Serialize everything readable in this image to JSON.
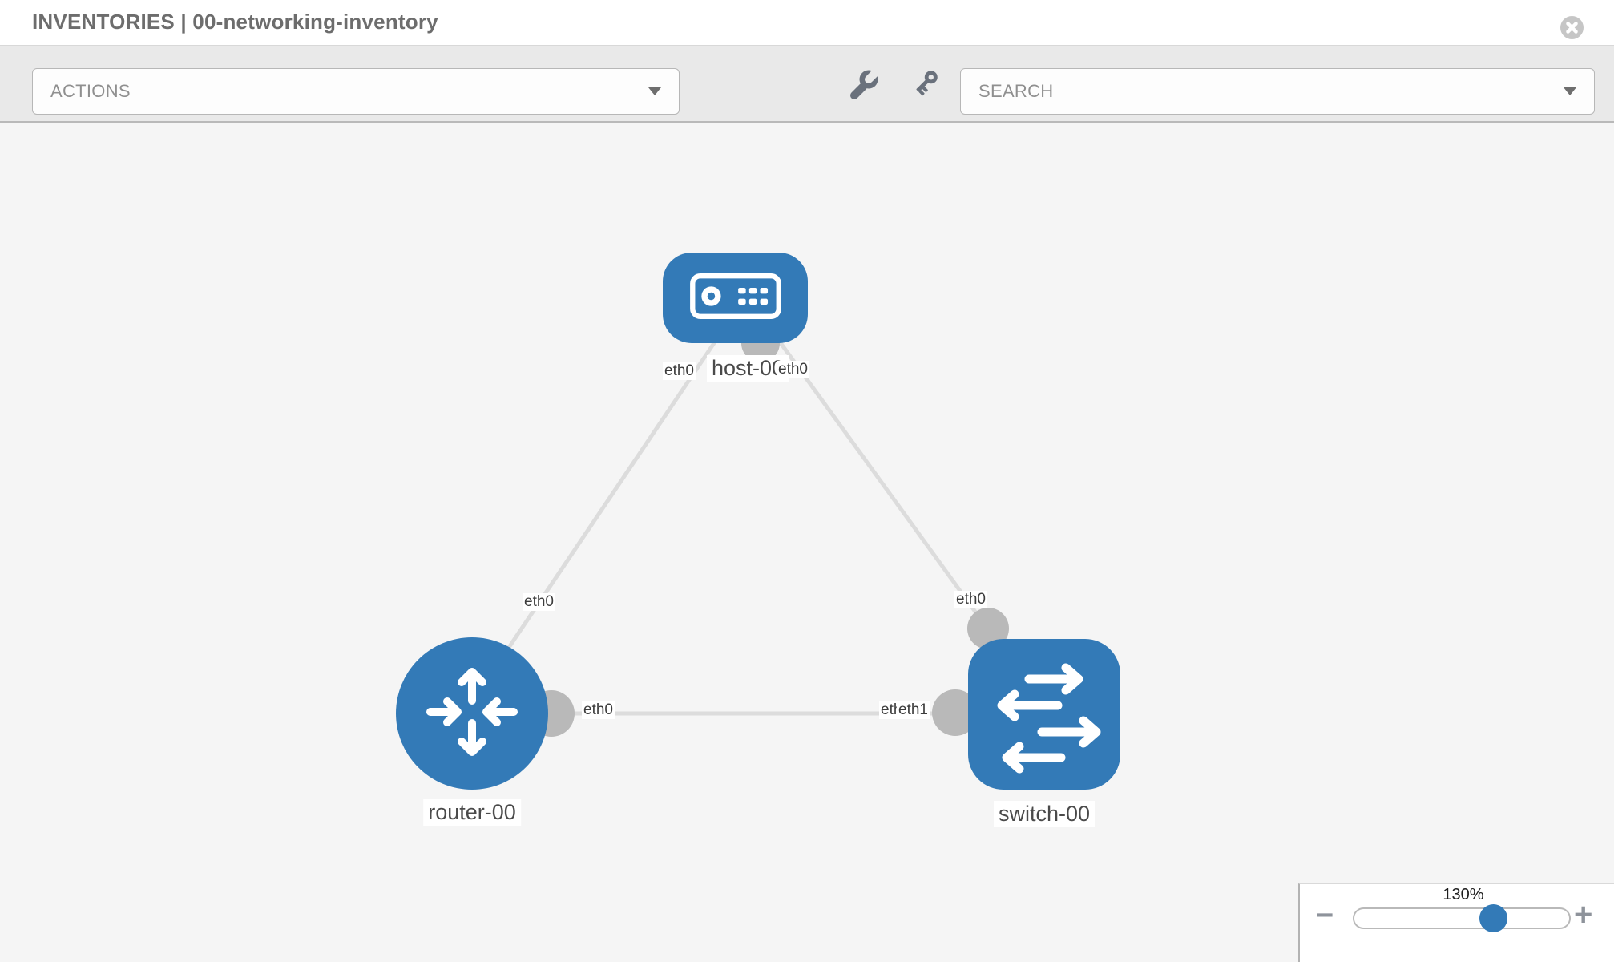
{
  "header": {
    "title": "INVENTORIES | 00-networking-inventory"
  },
  "toolbar": {
    "actions_label": "ACTIONS",
    "search_label": "SEARCH",
    "icon_names": [
      "wrench-icon",
      "key-icon"
    ]
  },
  "topology": {
    "nodes": [
      {
        "label": "host-00",
        "type": "host"
      },
      {
        "label": "router-00",
        "type": "router"
      },
      {
        "label": "switch-00",
        "type": "switch"
      }
    ],
    "port_labels": [
      {
        "text": "eth0"
      },
      {
        "text": "eth0"
      },
      {
        "text": "eth0"
      },
      {
        "text": "eth0"
      },
      {
        "text": "eth0"
      },
      {
        "text": "eth0"
      },
      {
        "text": "eth1"
      }
    ],
    "links": [
      {
        "from": "host-00",
        "to": "router-00"
      },
      {
        "from": "host-00",
        "to": "switch-00"
      },
      {
        "from": "router-00",
        "to": "switch-00"
      }
    ]
  },
  "zoom_control": {
    "level": "130%",
    "minus": "−",
    "plus": "+"
  },
  "colors": {
    "node_blue": "#337ab7",
    "link_gray": "#dcdcdc",
    "connector_gray": "#b9b9b9",
    "toolbar_bg": "#e9e9e9",
    "canvas_bg": "#f5f5f5"
  }
}
